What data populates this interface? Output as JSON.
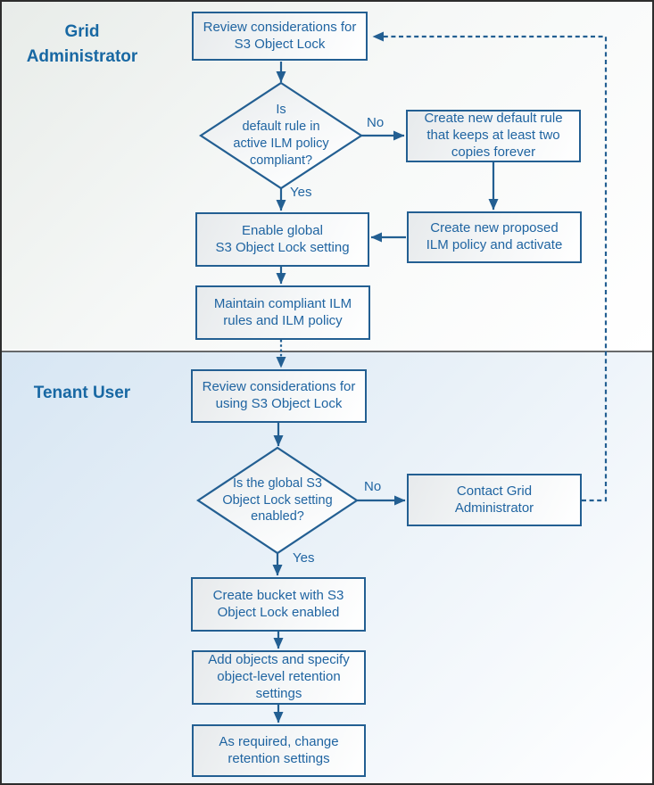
{
  "palette": {
    "line_blue": "#235f92",
    "text_blue": "#1f64a1",
    "lane_label_blue": "#1868a3",
    "grid_lane_bg": "#e8ece9",
    "tenant_lane_bg": "#d7e6f3",
    "shape_fill_top": "#e7eaec",
    "shape_fill_bottom": "#ffffff",
    "outer_border": "#2d2d2d"
  },
  "lanes": {
    "grid_admin": {
      "label": "Grid\nAdministrator"
    },
    "tenant_user": {
      "label": "Tenant User"
    }
  },
  "nodes": {
    "review_s3": {
      "text": "Review considerations for\nS3 Object Lock"
    },
    "decision_default_rule": {
      "text": "Is\ndefault rule in\nactive ILM policy\ncompliant?"
    },
    "create_default_rule": {
      "text": "Create new default rule\nthat keeps at least two\ncopies forever"
    },
    "create_proposed_policy": {
      "text": "Create new proposed\nILM policy and activate"
    },
    "enable_global": {
      "text": "Enable global\nS3 Object Lock setting"
    },
    "maintain_ilm": {
      "text": "Maintain compliant ILM\nrules and ILM policy"
    },
    "review_using": {
      "text": "Review considerations for\nusing S3 Object Lock"
    },
    "decision_global_setting": {
      "text": "Is the global S3\nObject Lock setting\nenabled?"
    },
    "contact_grid_admin": {
      "text": "Contact Grid\nAdministrator"
    },
    "create_bucket": {
      "text": "Create bucket with S3\nObject Lock enabled"
    },
    "add_objects": {
      "text": "Add objects and specify\nobject-level retention\nsettings"
    },
    "change_retention": {
      "text": "As required, change\nretention settings"
    }
  },
  "edge_labels": {
    "no_default_rule": "No",
    "yes_default_rule": "Yes",
    "no_global_setting": "No",
    "yes_global_setting": "Yes"
  }
}
